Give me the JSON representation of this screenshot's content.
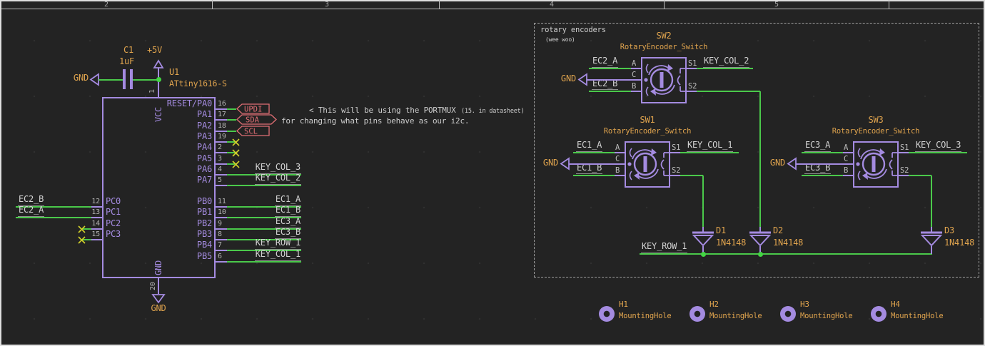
{
  "frame": {
    "ruler_numbers": [
      "2",
      "3",
      "4",
      "5"
    ]
  },
  "mcu": {
    "ref": "U1",
    "value": "ATtiny1616-S",
    "top_pin": {
      "num": "1",
      "name": "VCC"
    },
    "bottom_pin": {
      "num": "20",
      "name": "GND",
      "power": "GND"
    },
    "right_pins": [
      {
        "num": "16",
        "name": "RESET/PA0",
        "overline": "RESET",
        "conn": "hier",
        "net": "UPDI",
        "shape": "input"
      },
      {
        "num": "17",
        "name": "PA1",
        "conn": "hier",
        "net": "SDA",
        "shape": "bidi"
      },
      {
        "num": "18",
        "name": "PA2",
        "conn": "hier",
        "net": "SCL",
        "shape": "input"
      },
      {
        "num": "19",
        "name": "PA3",
        "conn": "nc"
      },
      {
        "num": "2",
        "name": "PA4",
        "conn": "nc"
      },
      {
        "num": "3",
        "name": "PA5",
        "conn": "nc"
      },
      {
        "num": "4",
        "name": "PA6",
        "conn": "label",
        "net": "KEY_COL_3"
      },
      {
        "num": "5",
        "name": "PA7",
        "conn": "label",
        "net": "KEY_COL_2"
      },
      {
        "num": "11",
        "name": "PB0",
        "conn": "label",
        "net": "EC1_A"
      },
      {
        "num": "10",
        "name": "PB1",
        "conn": "label",
        "net": "EC1_B"
      },
      {
        "num": "9",
        "name": "PB2",
        "conn": "label",
        "net": "EC3_A"
      },
      {
        "num": "8",
        "name": "PB3",
        "conn": "label",
        "net": "EC3_B"
      },
      {
        "num": "7",
        "name": "PB4",
        "conn": "label",
        "net": "KEY_ROW_1"
      },
      {
        "num": "6",
        "name": "PB5",
        "conn": "label",
        "net": "KEY_COL_1"
      }
    ],
    "left_pins": [
      {
        "num": "12",
        "name": "PC0",
        "conn": "label",
        "net": "EC2_B"
      },
      {
        "num": "13",
        "name": "PC1",
        "conn": "label",
        "net": "EC2_A"
      },
      {
        "num": "14",
        "name": "PC2",
        "conn": "nc"
      },
      {
        "num": "15",
        "name": "PC3",
        "conn": "nc"
      }
    ]
  },
  "capacitor": {
    "ref": "C1",
    "value": "1uF"
  },
  "power": {
    "vcc": "+5V",
    "gnd": "GND"
  },
  "note": {
    "line1": "< This will be using the PORTMUX",
    "line1_small": "(15. in datasheet)",
    "line2": "for changing what pins behave as our i2c."
  },
  "encoder_section": {
    "title": "rotary encoders",
    "subtitle": "(wee woo)",
    "pin_labels": {
      "a": "A",
      "b": "B",
      "c": "C",
      "s1": "S1",
      "s2": "S2"
    },
    "gnd_label": "GND",
    "encoders": [
      {
        "ref": "SW1",
        "value": "RotaryEncoder_Switch",
        "net_a": "EC1_A",
        "net_b": "EC1_B",
        "net_s1": "KEY_COL_1"
      },
      {
        "ref": "SW2",
        "value": "RotaryEncoder_Switch",
        "net_a": "EC2_A",
        "net_b": "EC2_B",
        "net_s1": "KEY_COL_2"
      },
      {
        "ref": "SW3",
        "value": "RotaryEncoder_Switch",
        "net_a": "EC3_A",
        "net_b": "EC3_B",
        "net_s1": "KEY_COL_3"
      }
    ],
    "row_net": "KEY_ROW_1",
    "diodes": [
      {
        "ref": "D1",
        "value": "1N4148"
      },
      {
        "ref": "D2",
        "value": "1N4148"
      },
      {
        "ref": "D3",
        "value": "1N4148"
      }
    ]
  },
  "mounting_holes": [
    {
      "ref": "H1",
      "value": "MountingHole"
    },
    {
      "ref": "H2",
      "value": "MountingHole"
    },
    {
      "ref": "H3",
      "value": "MountingHole"
    },
    {
      "ref": "H4",
      "value": "MountingHole"
    }
  ]
}
